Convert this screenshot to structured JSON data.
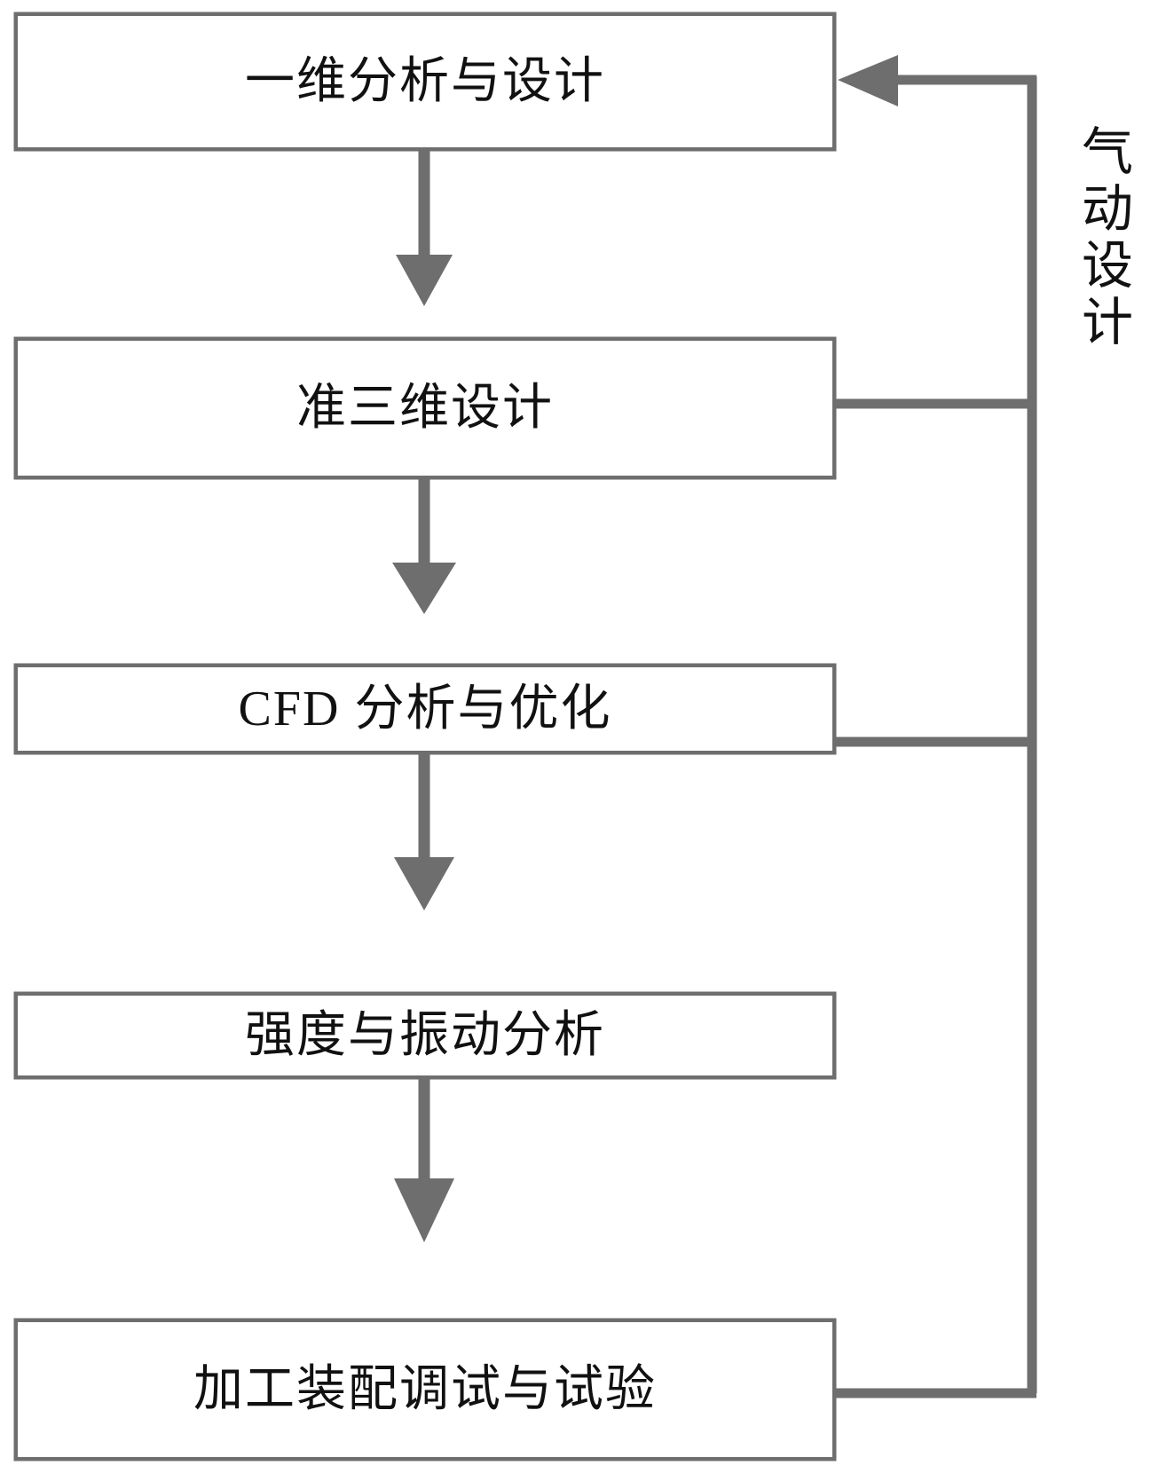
{
  "diagram": {
    "title_visible": false,
    "stroke_color": "#6e6e6e",
    "text_color": "#111111",
    "background_color": "#ffffff",
    "nodes": [
      {
        "id": "n1",
        "label": "一维分析与设计"
      },
      {
        "id": "n2",
        "label": "准三维设计"
      },
      {
        "id": "n3",
        "label": "CFD 分析与优化"
      },
      {
        "id": "n4",
        "label": "强度与振动分析"
      },
      {
        "id": "n5",
        "label": "加工装配调试与试验"
      }
    ],
    "side_label": "气动设计",
    "connections": [
      {
        "from": "n1",
        "to": "n2",
        "type": "arrow-down"
      },
      {
        "from": "n2",
        "to": "n3",
        "type": "arrow-down"
      },
      {
        "from": "n3",
        "to": "n4",
        "type": "arrow-down"
      },
      {
        "from": "n4",
        "to": "n5",
        "type": "arrow-down"
      },
      {
        "from": "n2",
        "to": "n1",
        "type": "feedback-right-up-arrow"
      },
      {
        "from": "n3",
        "to": "n1",
        "type": "feedback-right-up-arrow"
      },
      {
        "from": "n5",
        "to": "n1",
        "type": "feedback-right-up-arrow"
      }
    ]
  }
}
